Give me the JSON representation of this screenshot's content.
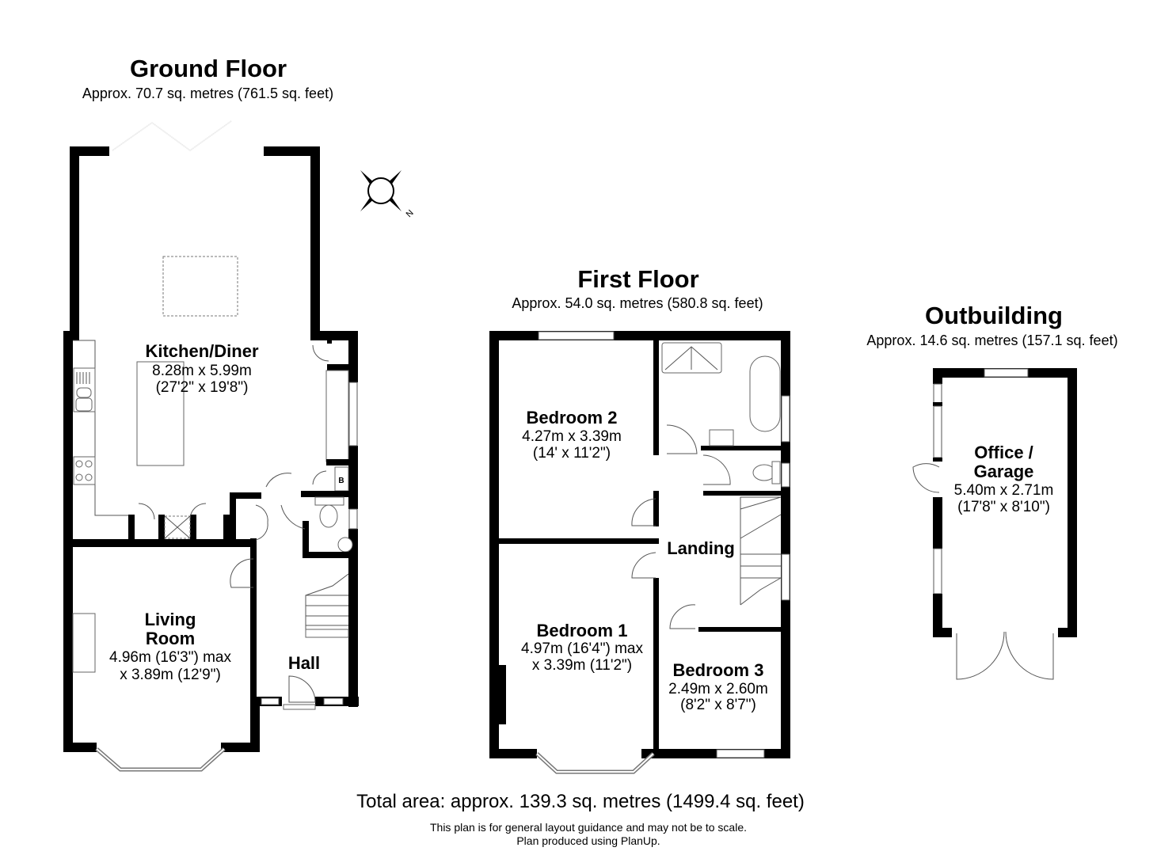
{
  "floors": {
    "ground": {
      "title": "Ground Floor",
      "area": "Approx. 70.7 sq. metres (761.5 sq. feet)",
      "rooms": [
        {
          "name": "Kitchen/Diner",
          "dim1": "8.28m x 5.99m",
          "dim2": "(27'2\" x 19'8\")"
        },
        {
          "name_line1": "Living",
          "name_line2": "Room",
          "dim1": "4.96m (16'3\") max",
          "dim2": "x 3.89m (12'9\")"
        },
        {
          "name": "Hall"
        }
      ],
      "boiler_label": "B"
    },
    "first": {
      "title": "First Floor",
      "area": "Approx. 54.0 sq. metres (580.8 sq. feet)",
      "rooms": [
        {
          "name": "Bedroom 2",
          "dim1": "4.27m x 3.39m",
          "dim2": "(14' x 11'2\")"
        },
        {
          "name": "Landing"
        },
        {
          "name": "Bedroom 1",
          "dim1": "4.97m (16'4\") max",
          "dim2": "x 3.39m (11'2\")"
        },
        {
          "name": "Bedroom 3",
          "dim1": "2.49m x 2.60m",
          "dim2": "(8'2\" x 8'7\")"
        }
      ]
    },
    "outbuilding": {
      "title": "Outbuilding",
      "area": "Approx. 14.6 sq. metres (157.1 sq. feet)",
      "rooms": [
        {
          "name_line1": "Office /",
          "name_line2": "Garage",
          "dim1": "5.40m x 2.71m",
          "dim2": "(17'8\" x 8'10\")"
        }
      ]
    }
  },
  "compass": {
    "icon": "compass-rose-icon",
    "north_label": "N"
  },
  "footer": {
    "total": "Total area: approx. 139.3 sq. metres (1499.4 sq. feet)",
    "disclaimer1": "This plan is for general layout guidance and may not be to scale.",
    "disclaimer2": "Plan produced using PlanUp."
  },
  "colors": {
    "wall": "#000000",
    "background": "#ffffff",
    "fixture_line": "#666666"
  }
}
